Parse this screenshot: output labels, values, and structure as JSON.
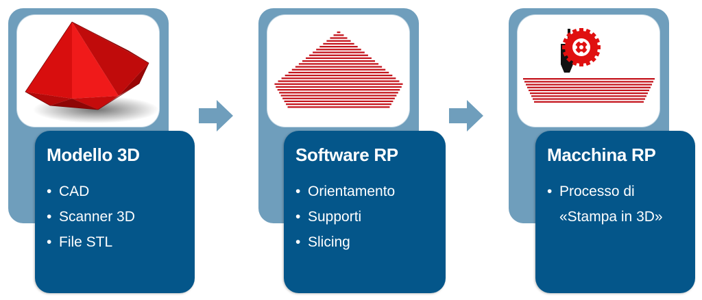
{
  "stages": [
    {
      "id": "model",
      "icon": "3d-gem-model-icon",
      "title": "Modello 3D",
      "items": [
        "CAD",
        "Scanner 3D",
        "File STL"
      ]
    },
    {
      "id": "software",
      "icon": "sliced-layers-icon",
      "title": "Software RP",
      "items": [
        "Orientamento",
        "Supporti",
        "Slicing"
      ]
    },
    {
      "id": "machine",
      "icon": "3d-printer-extruder-icon",
      "title": "Macchina RP",
      "items": [
        "Processo di",
        "«Stampa in 3D»"
      ]
    }
  ],
  "arrows": [
    "chevron-right-arrow-icon",
    "chevron-right-arrow-icon"
  ],
  "colors": {
    "back_panel": "#6f9ebc",
    "card": "#04568a",
    "card_text": "#ffffff",
    "model_red": "#e01010",
    "arrow": "#6f9ebc"
  }
}
